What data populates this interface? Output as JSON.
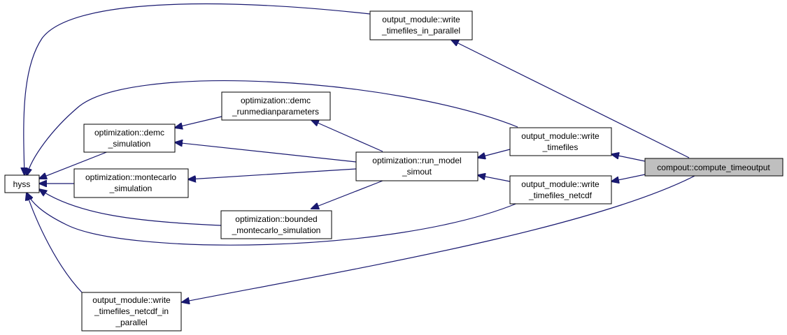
{
  "colors": {
    "edge": "#191970",
    "node_fill": "#ffffff",
    "node_border": "#000000",
    "highlight_fill": "#bfbfbf"
  },
  "nodes": {
    "compute_timeoutput": {
      "lines": [
        "compout::compute_timeoutput"
      ]
    },
    "write_timefiles_in_parallel": {
      "lines": [
        "output_module::write",
        "_timefiles_in_parallel"
      ]
    },
    "write_timefiles": {
      "lines": [
        "output_module::write",
        "_timefiles"
      ]
    },
    "write_timefiles_netcdf": {
      "lines": [
        "output_module::write",
        "_timefiles_netcdf"
      ]
    },
    "write_timefiles_netcdf_in_parallel": {
      "lines": [
        "output_module::write",
        "_timefiles_netcdf_in",
        "_parallel"
      ]
    },
    "run_model_simout": {
      "lines": [
        "optimization::run_model",
        "_simout"
      ]
    },
    "demc_runmedianparameters": {
      "lines": [
        "optimization::demc",
        "_runmedianparameters"
      ]
    },
    "demc_simulation": {
      "lines": [
        "optimization::demc",
        "_simulation"
      ]
    },
    "montecarlo_simulation": {
      "lines": [
        "optimization::montecarlo",
        "_simulation"
      ]
    },
    "bounded_montecarlo_simulation": {
      "lines": [
        "optimization::bounded",
        "_montecarlo_simulation"
      ]
    },
    "hyss": {
      "lines": [
        "hyss"
      ]
    }
  }
}
